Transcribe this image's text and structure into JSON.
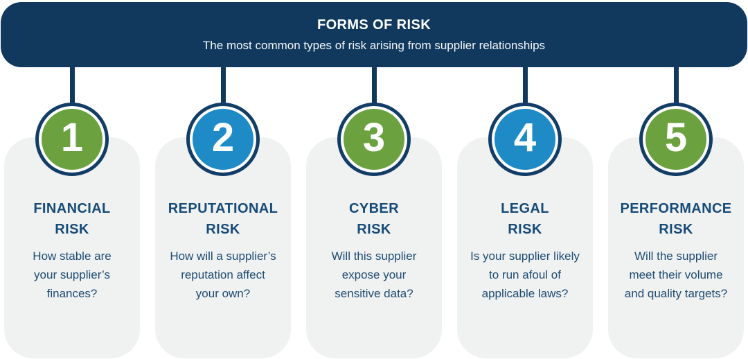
{
  "banner": {
    "title": "FORMS OF RISK",
    "subtitle": "The most common types of risk arising from supplier relationships"
  },
  "colors": {
    "navy": "#11395E",
    "ring_navy": "#123D66",
    "green": "#6BA23F",
    "blue": "#1E8BC7",
    "card_background": "#F0F1F1",
    "heading_text": "#164B78",
    "body_text": "#1D4B71",
    "number_text": "#FFFFFF"
  },
  "items": [
    {
      "number": "1",
      "circle_color": "green",
      "title_lines": [
        "FINANCIAL",
        "RISK"
      ],
      "description_lines": [
        "How stable are",
        "your supplier’s",
        "finances?"
      ]
    },
    {
      "number": "2",
      "circle_color": "blue",
      "title_lines": [
        "REPUTATIONAL",
        "RISK"
      ],
      "description_lines": [
        "How will a supplier’s",
        "reputation affect",
        "your own?"
      ]
    },
    {
      "number": "3",
      "circle_color": "green",
      "title_lines": [
        "CYBER",
        "RISK"
      ],
      "description_lines": [
        "Will this supplier",
        "expose your",
        "sensitive data?"
      ]
    },
    {
      "number": "4",
      "circle_color": "blue",
      "title_lines": [
        "LEGAL",
        "RISK"
      ],
      "description_lines": [
        "Is your supplier likely",
        "to run afoul of",
        "applicable laws?"
      ]
    },
    {
      "number": "5",
      "circle_color": "green",
      "title_lines": [
        "PERFORMANCE",
        "RISK"
      ],
      "description_lines": [
        "Will the supplier",
        "meet their volume",
        "and quality targets?"
      ]
    }
  ]
}
